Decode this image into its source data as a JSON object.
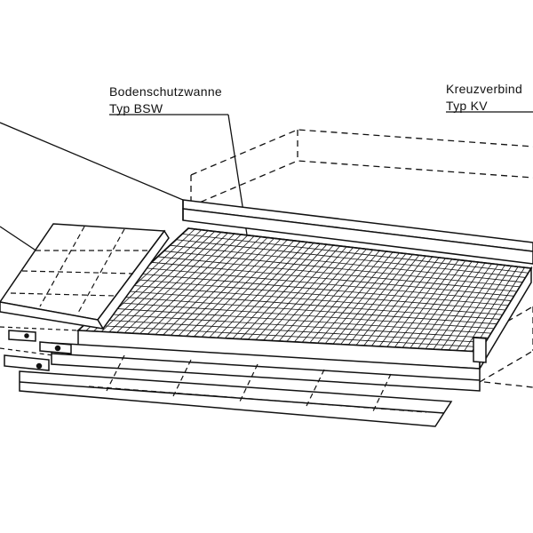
{
  "labels": {
    "bodenschutzwanne": {
      "line1": "Bodenschutzwanne",
      "line2": "Typ BSW"
    },
    "kreuzverbinder": {
      "line1": "Kreuzverbind",
      "line2": "Typ KV"
    }
  },
  "colors": {
    "ink": "#111111",
    "background": "#ffffff"
  }
}
